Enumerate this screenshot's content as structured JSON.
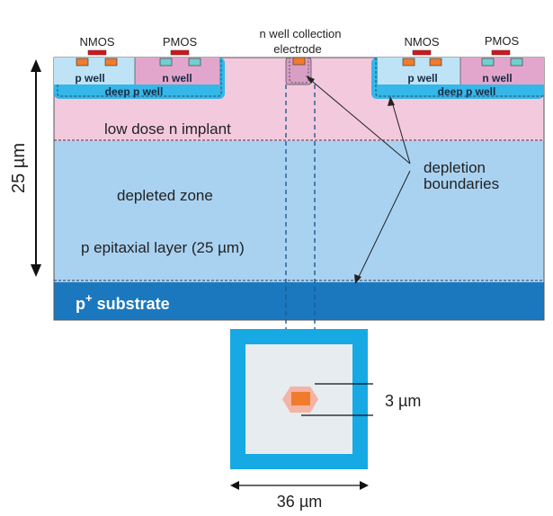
{
  "title_vertical": "25 µm",
  "labels": {
    "nmos_left": "NMOS",
    "pmos_left": "PMOS",
    "nmos_right": "NMOS",
    "pmos_right": "PMOS",
    "collection_line1": "n well collection",
    "collection_line2": "electrode",
    "p_well_left": "p well",
    "n_well_left": "n well",
    "deep_p_well_left": "deep p well",
    "p_well_right": "p well",
    "n_well_right": "n well",
    "deep_p_well_right": "deep p well",
    "low_dose": "low dose n implant",
    "depleted_zone": "depleted zone",
    "epitaxial": "p epitaxial layer (25 µm)",
    "substrate_main": "p",
    "substrate_sup": "+",
    "substrate_rest": " substrate",
    "depletion_line1": "depletion",
    "depletion_line2": "boundaries",
    "electrode_size": "3 µm",
    "pixel_size": "36 µm"
  },
  "colors": {
    "implant_pink": "#f3c9dd",
    "epi_blue": "#a9d2f1",
    "substrate_blue": "#1b78bf",
    "deep_well_cyan": "#35b7e8",
    "n_well_pink": "#e2a6cc",
    "p_well_light": "#bfe3f6",
    "nmos_gate_red": "#d9141b",
    "contact_orange": "#f07b2c",
    "contact_teal": "#6fd0cf",
    "pixel_frame": "#16a9e3",
    "pixel_inner": "#e6ecef",
    "electrode_pink": "#f4b3a3"
  }
}
